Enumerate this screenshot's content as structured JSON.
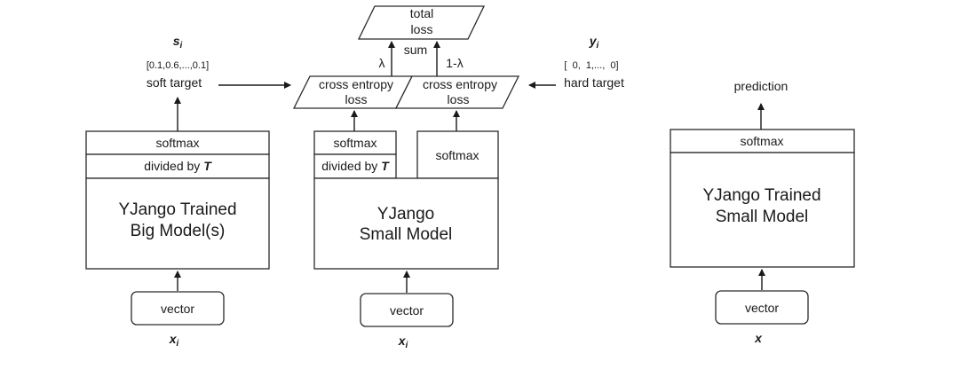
{
  "total_loss": {
    "line1": "total",
    "line2": "loss"
  },
  "sum_label": "sum",
  "lambda_label": "λ",
  "one_minus_lambda_label": "1-λ",
  "soft_target": {
    "symbol": "s",
    "subscript": "i",
    "values": "[0.1,0.6,...,0.1]",
    "label": "soft target"
  },
  "hard_target": {
    "symbol": "y",
    "subscript": "i",
    "values": "[  0,  1,...,  0]",
    "label": "hard target"
  },
  "ce_loss_left": {
    "line1": "cross entropy",
    "line2": "loss"
  },
  "ce_loss_right": {
    "line1": "cross entropy",
    "line2": "loss"
  },
  "big_model": {
    "softmax": "softmax",
    "divided_prefix": "divided by ",
    "divided_var": "T",
    "title_line1": "YJango Trained",
    "title_line2": "Big Model(s)",
    "input_label": "vector",
    "input_var": "x",
    "input_sub": "i"
  },
  "small_model": {
    "softmax_left": "softmax",
    "divided_prefix": "divided by ",
    "divided_var": "T",
    "softmax_right": "softmax",
    "title_line1": "YJango",
    "title_line2": "Small Model",
    "input_label": "vector",
    "input_var": "x",
    "input_sub": "i"
  },
  "trained_small_model": {
    "output_label": "prediction",
    "softmax": "softmax",
    "title_line1": "YJango Trained",
    "title_line2": "Small Model",
    "input_label": "vector",
    "input_var": "x"
  }
}
